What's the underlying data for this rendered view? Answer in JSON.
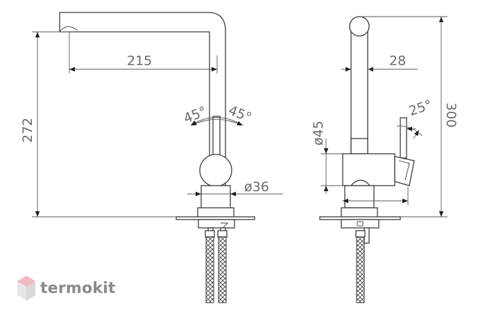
{
  "dimensions": {
    "spout_reach": "215",
    "height_to_spout": "272",
    "handle_angle_left": "45°",
    "handle_angle_right": "45°",
    "body_diameter": "ø36",
    "spout_diameter": "28",
    "side_body_diameter": "ø45",
    "side_handle_angle": "25°",
    "total_height": "300"
  },
  "watermark": {
    "brand": "termokit"
  },
  "colors": {
    "line": "#3a3a3a",
    "dimension_text": "#6a6a6a",
    "logo_gray": "#8a8a8a",
    "logo_pink": "#f2b8c4"
  }
}
